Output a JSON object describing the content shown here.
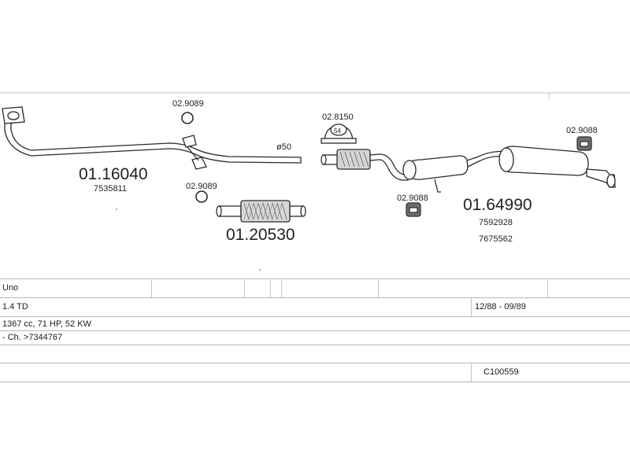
{
  "diagram": {
    "part_1": {
      "number": "01.16040",
      "oe_ref": "7535811"
    },
    "part_2": {
      "number": "01.20530"
    },
    "part_3": {
      "number": "01.64990",
      "oe_refs": [
        "7592928",
        "7675562"
      ]
    },
    "fittings": {
      "ring_top": "02.9089",
      "ring_mid": "02.9089",
      "clamp": "02.8150",
      "clamp_size": "54",
      "hanger_mid": "02.9088",
      "hanger_rear": "02.9088"
    },
    "pipe_diameter": "ø50"
  },
  "table": {
    "model": "Uno",
    "engine": "1.4 TD",
    "production_dates": "12/88 - 09/89",
    "spec": "1367 cc, 71 HP, 52 KW",
    "chassis": "- Ch. >7344767",
    "catalogue_code": "C100559"
  }
}
